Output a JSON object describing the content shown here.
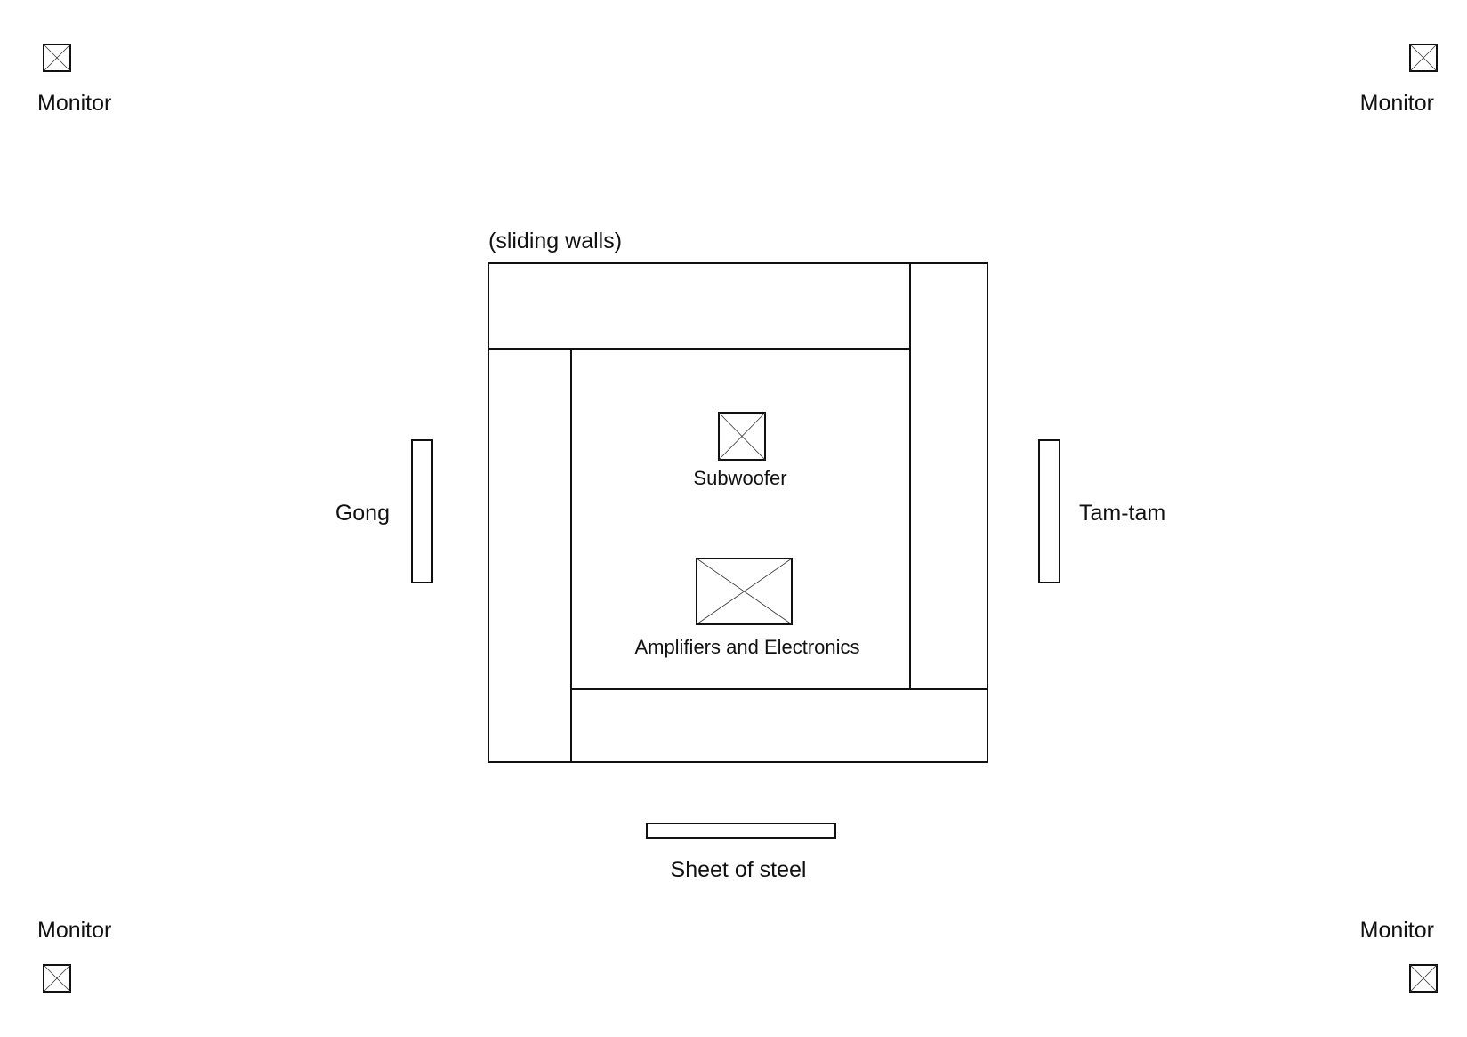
{
  "labels": {
    "monitor_tl": "Monitor",
    "monitor_tr": "Monitor",
    "monitor_bl": "Monitor",
    "monitor_br": "Monitor",
    "sliding_walls": "(sliding walls)",
    "subwoofer": "Subwoofer",
    "amplifiers": "Amplifiers and Electronics",
    "gong": "Gong",
    "tamtam": "Tam-tam",
    "steel": "Sheet of steel"
  },
  "icons": {
    "monitor": "speaker-x-box-icon",
    "subwoofer": "speaker-x-box-icon",
    "amplifiers": "equipment-x-box-icon"
  }
}
